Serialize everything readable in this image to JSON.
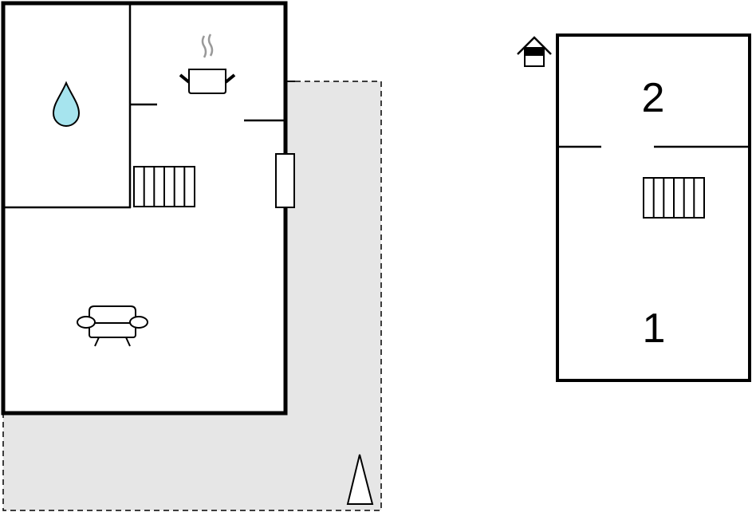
{
  "floors": [
    {
      "name": "ground-floor",
      "rooms": [
        "bathroom",
        "kitchen",
        "living-room"
      ],
      "icons": [
        "water-drop-icon",
        "cooking-pot-icon",
        "staircase-icon",
        "sofa-icon",
        "door-icon"
      ]
    },
    {
      "name": "upper-floor",
      "room_labels": [
        "2",
        "1"
      ],
      "icons": [
        "staircase-icon"
      ]
    }
  ],
  "outdoor": {
    "icons": [
      "terrace-area",
      "tree-icon",
      "house-entrance-icon"
    ]
  },
  "colors": {
    "terrace": "#e6e6e6",
    "water": "#a6e4ee",
    "steam": "#999999",
    "walls": "#000000"
  },
  "labels": {
    "room_2": "2",
    "room_1": "1"
  }
}
